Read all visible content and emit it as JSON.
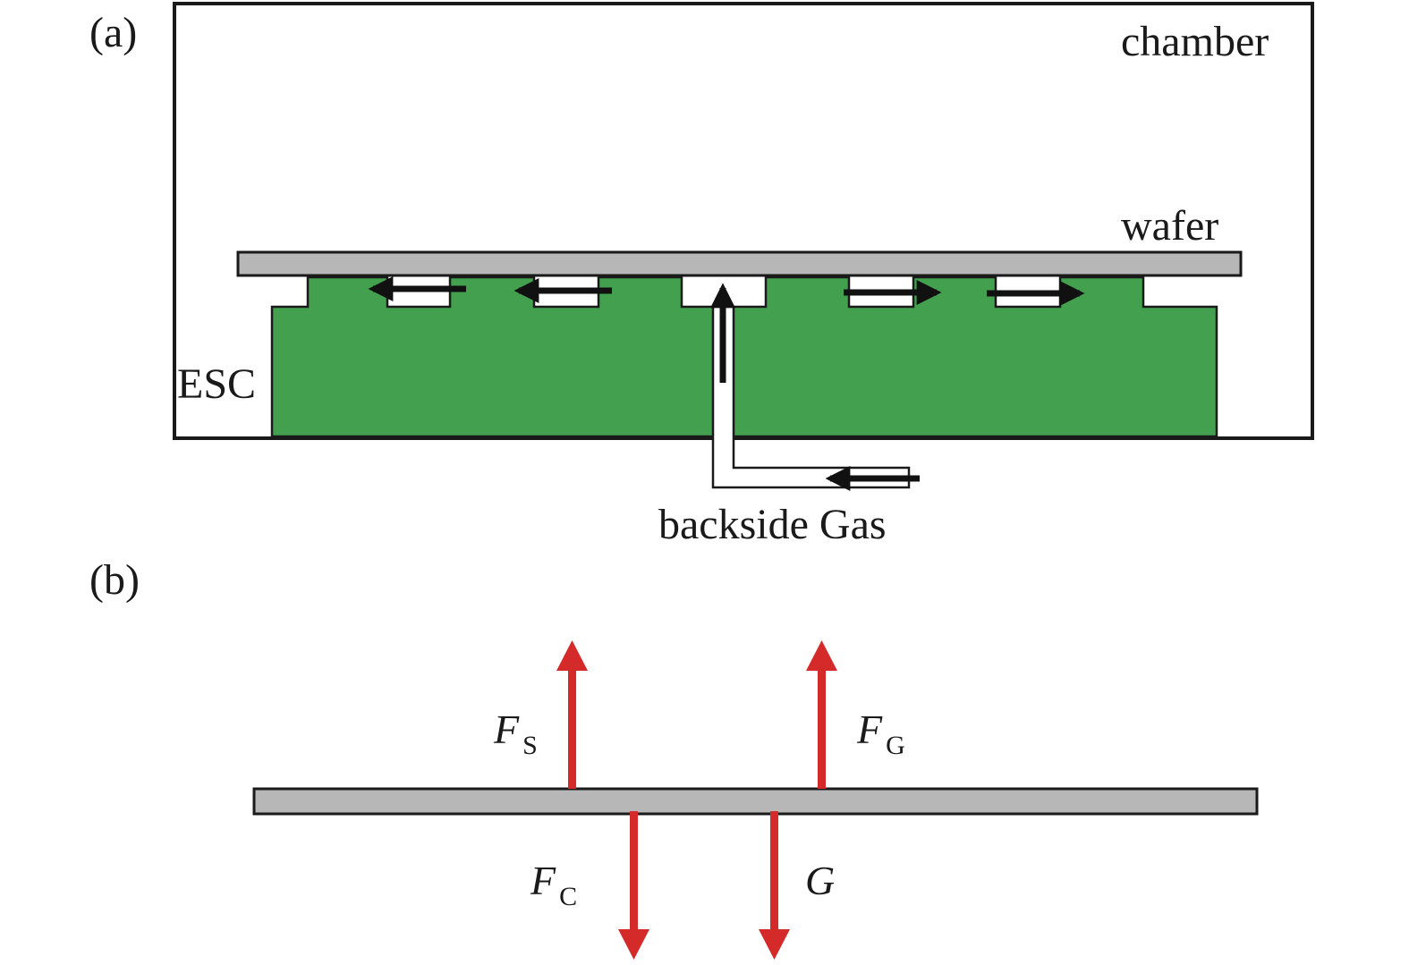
{
  "panel_a": {
    "panel_label": "(a)",
    "chamber_label": "chamber",
    "wafer_label": "wafer",
    "esc_label": "ESC",
    "gas_label": "backside Gas"
  },
  "panel_b": {
    "panel_label": "(b)",
    "forces": [
      {
        "symbol": "F",
        "subscript": "S",
        "direction": "up"
      },
      {
        "symbol": "F",
        "subscript": "G",
        "direction": "up"
      },
      {
        "symbol": "F",
        "subscript": "C",
        "direction": "down"
      },
      {
        "symbol": "G",
        "subscript": "",
        "direction": "down"
      }
    ]
  },
  "colors": {
    "esc": "#43a04f",
    "wafer": "#b7b7b7",
    "force_arrow": "#d42a2a",
    "flow_arrow": "#111111",
    "outline": "#1a1a1a"
  },
  "icons": {
    "flow": "double-headed-arrow",
    "force": "arrow"
  }
}
